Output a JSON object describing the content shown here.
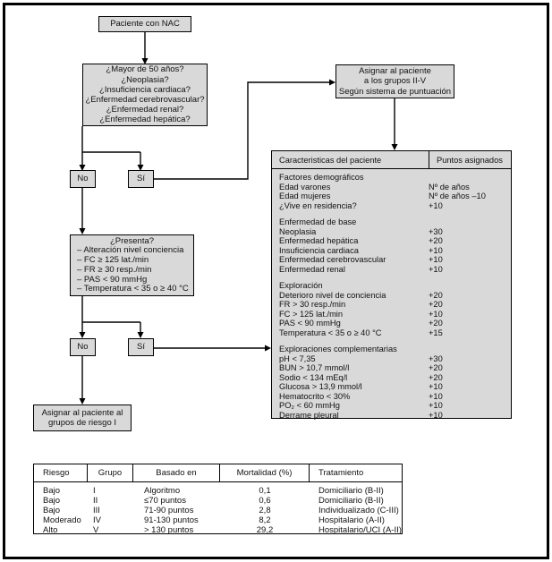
{
  "colors": {
    "box_fill": "#d9d9d9",
    "line": "#000000",
    "background": "#ffffff"
  },
  "flowchart": {
    "nac": "Paciente con NAC",
    "questions": {
      "lines": [
        "¿Mayor de 50 años?",
        "¿Neoplasia?",
        "¿Insuficiencia cardiaca?",
        "¿Enfermedad cerebrovascular?",
        "¿Enfermedad renal?",
        "¿Enfermedad hepática?"
      ]
    },
    "no1": "No",
    "si1": "Sí",
    "assign_groups": {
      "lines": [
        "Asignar al paciente",
        "a los grupos II-V",
        "Según sistema de puntuación"
      ]
    },
    "presenta": {
      "title": "¿Presenta?",
      "items": [
        "– Alteración nivel conciencia",
        "– FC ≥ 125 lat./min",
        "– FR ≥ 30 resp./min",
        "– PAS < 90 mmHg",
        "– Temperatura < 35 o ≥ 40 °C"
      ]
    },
    "no2": "No",
    "si2": "Sí",
    "risk_group_1": {
      "lines": [
        "Asignar al paciente al",
        "grupos de riesgo I"
      ]
    }
  },
  "score_table": {
    "header_left": "Caracteristicas del paciente",
    "header_right": "Puntos asignados",
    "sections": [
      {
        "title": "Factores demográficos",
        "rows": [
          {
            "label": "Edad varones",
            "value": "Nº de años"
          },
          {
            "label": "Edad mujeres",
            "value": "Nº de años –10"
          },
          {
            "label": "¿Vive en residencia?",
            "value": "+10"
          }
        ]
      },
      {
        "title": "Enfermedad de base",
        "rows": [
          {
            "label": "Neoplasia",
            "value": "+30"
          },
          {
            "label": "Enfermedad hepática",
            "value": "+20"
          },
          {
            "label": "Insuficiencia cardiaca",
            "value": "+10"
          },
          {
            "label": "Enfermedad cerebrovascular",
            "value": "+10"
          },
          {
            "label": "Enfermedad renal",
            "value": "+10"
          }
        ]
      },
      {
        "title": "Exploración",
        "rows": [
          {
            "label": "Deterioro nivel de conciencia",
            "value": "+20"
          },
          {
            "label": "FR > 30 resp./min",
            "value": "+20"
          },
          {
            "label": "FC > 125 lat./min",
            "value": "+10"
          },
          {
            "label": "PAS < 90 mmHg",
            "value": "+20"
          },
          {
            "label": "Temperatura < 35 o ≥ 40 °C",
            "value": "+15"
          }
        ]
      },
      {
        "title": "Exploraciones complementarias",
        "rows": [
          {
            "label": "pH < 7,35",
            "value": "+30"
          },
          {
            "label": "BUN > 10,7 mmol/l",
            "value": "+20"
          },
          {
            "label": "Sodio < 134 mEq/l",
            "value": "+20"
          },
          {
            "label": "Glucosa > 13,9 mmol/l",
            "value": "+10"
          },
          {
            "label": "Hematocrito < 30%",
            "value": "+10"
          },
          {
            "label": "PO₂ < 60 mmHg",
            "value": "+10"
          },
          {
            "label": "Derrame pleural",
            "value": "+10"
          }
        ]
      }
    ]
  },
  "risk_table": {
    "headers": [
      "Riesgo",
      "Grupo",
      "Basado en",
      "Mortalidad (%)",
      "Tratamiento"
    ],
    "rows": [
      [
        "Bajo",
        "I",
        "Algoritmo",
        "0,1",
        "Domiciliario (B-II)"
      ],
      [
        "Bajo",
        "II",
        "≤70 puntos",
        "0,6",
        "Domiciliario (B-II)"
      ],
      [
        "Bajo",
        "III",
        "71-90 puntos",
        "2,8",
        "Individualizado (C-III)"
      ],
      [
        "Moderado",
        "IV",
        "91-130 puntos",
        "8,2",
        "Hospitalario (A-II)"
      ],
      [
        "Alto",
        "V",
        "> 130 puntos",
        "29,2",
        "Hospitalario/UCI (A-II)"
      ]
    ]
  }
}
